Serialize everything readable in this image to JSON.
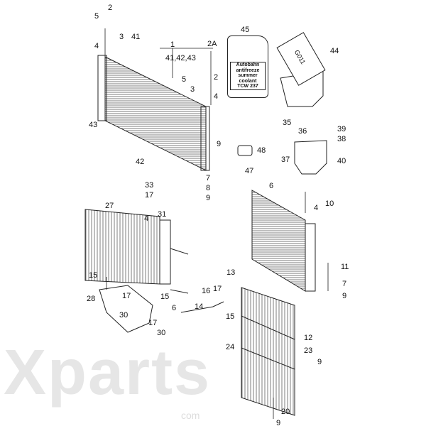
{
  "watermark": {
    "text": "Xparts",
    "sub": "com"
  },
  "jug": {
    "lines": [
      "Autobahn",
      "antifreeze",
      "summer",
      "coolant",
      "TCW 237"
    ]
  },
  "can": {
    "text": "G011"
  },
  "labels": [
    "5",
    "2",
    "3",
    "4",
    "41",
    "1",
    "41,42,43",
    "2A",
    "45",
    "44",
    "5",
    "2",
    "3",
    "4",
    "43",
    "42",
    "9",
    "48",
    "47",
    "35",
    "36",
    "39",
    "38",
    "37",
    "40",
    "7",
    "8",
    "9",
    "33",
    "17",
    "31",
    "4",
    "27",
    "6",
    "4",
    "10",
    "15",
    "28",
    "17",
    "15",
    "30",
    "17",
    "30",
    "13",
    "16",
    "17",
    "15",
    "6",
    "14",
    "24",
    "11",
    "7",
    "9",
    "12",
    "23",
    "9",
    "20",
    "9"
  ]
}
